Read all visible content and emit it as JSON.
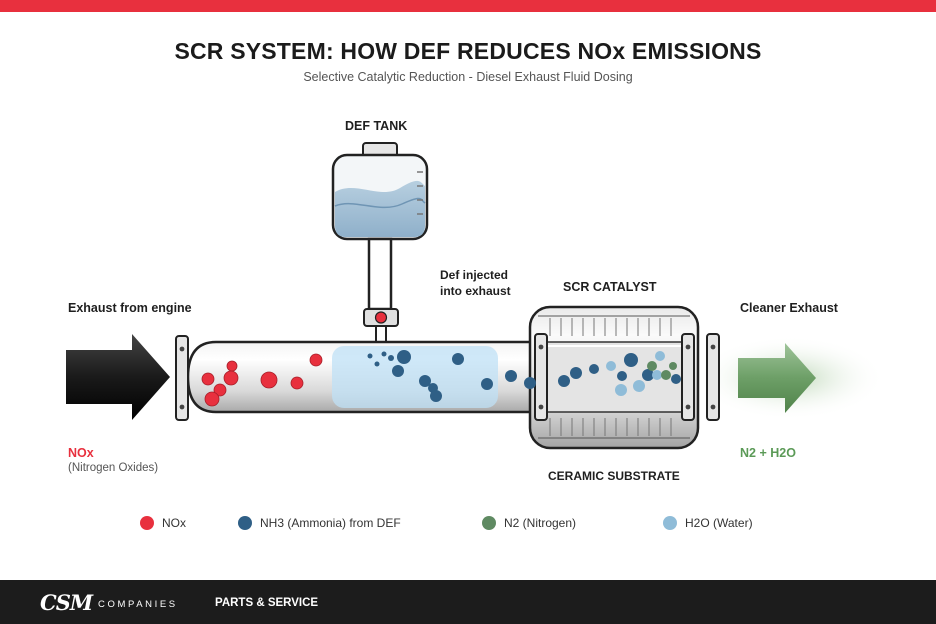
{
  "header": {
    "title": "SCR SYSTEM: HOW DEF REDUCES NOx EMISSIONS",
    "subtitle": "Selective Catalytic Reduction - Diesel Exhaust Fluid Dosing"
  },
  "diagram": {
    "def_tank_label": "DEF TANK",
    "injection_label_line1": "Def injected",
    "injection_label_line2": "into exhaust",
    "inlet_label": "Exhaust from engine",
    "catalyst_label": "SCR CATALYST",
    "outlet_label": "Cleaner Exhaust",
    "substrate_label": "CERAMIC SUBSTRATE",
    "inlet_gas_title": "NOx",
    "inlet_gas_sub": "(Nitrogen Oxides)",
    "outlet_gas_title": "N2 + H2O"
  },
  "legend": [
    {
      "label": "NOx",
      "color": "#e8303e"
    },
    {
      "label": "NH3 (Ammonia) from DEF",
      "color": "#2f5f86"
    },
    {
      "label": "N2 (Nitrogen)",
      "color": "#5f8a62"
    },
    {
      "label": "H2O (Water)",
      "color": "#8fbcd8"
    }
  ],
  "footer": {
    "logo": "CSM",
    "logo_suffix": "COMPANIES",
    "nav": "PARTS & SERVICE"
  },
  "colors": {
    "accent": "#e8303e",
    "nox": "#e8303e",
    "nh3": "#2f5f86",
    "n2": "#5f8a62",
    "h2o": "#8fbcd8"
  }
}
